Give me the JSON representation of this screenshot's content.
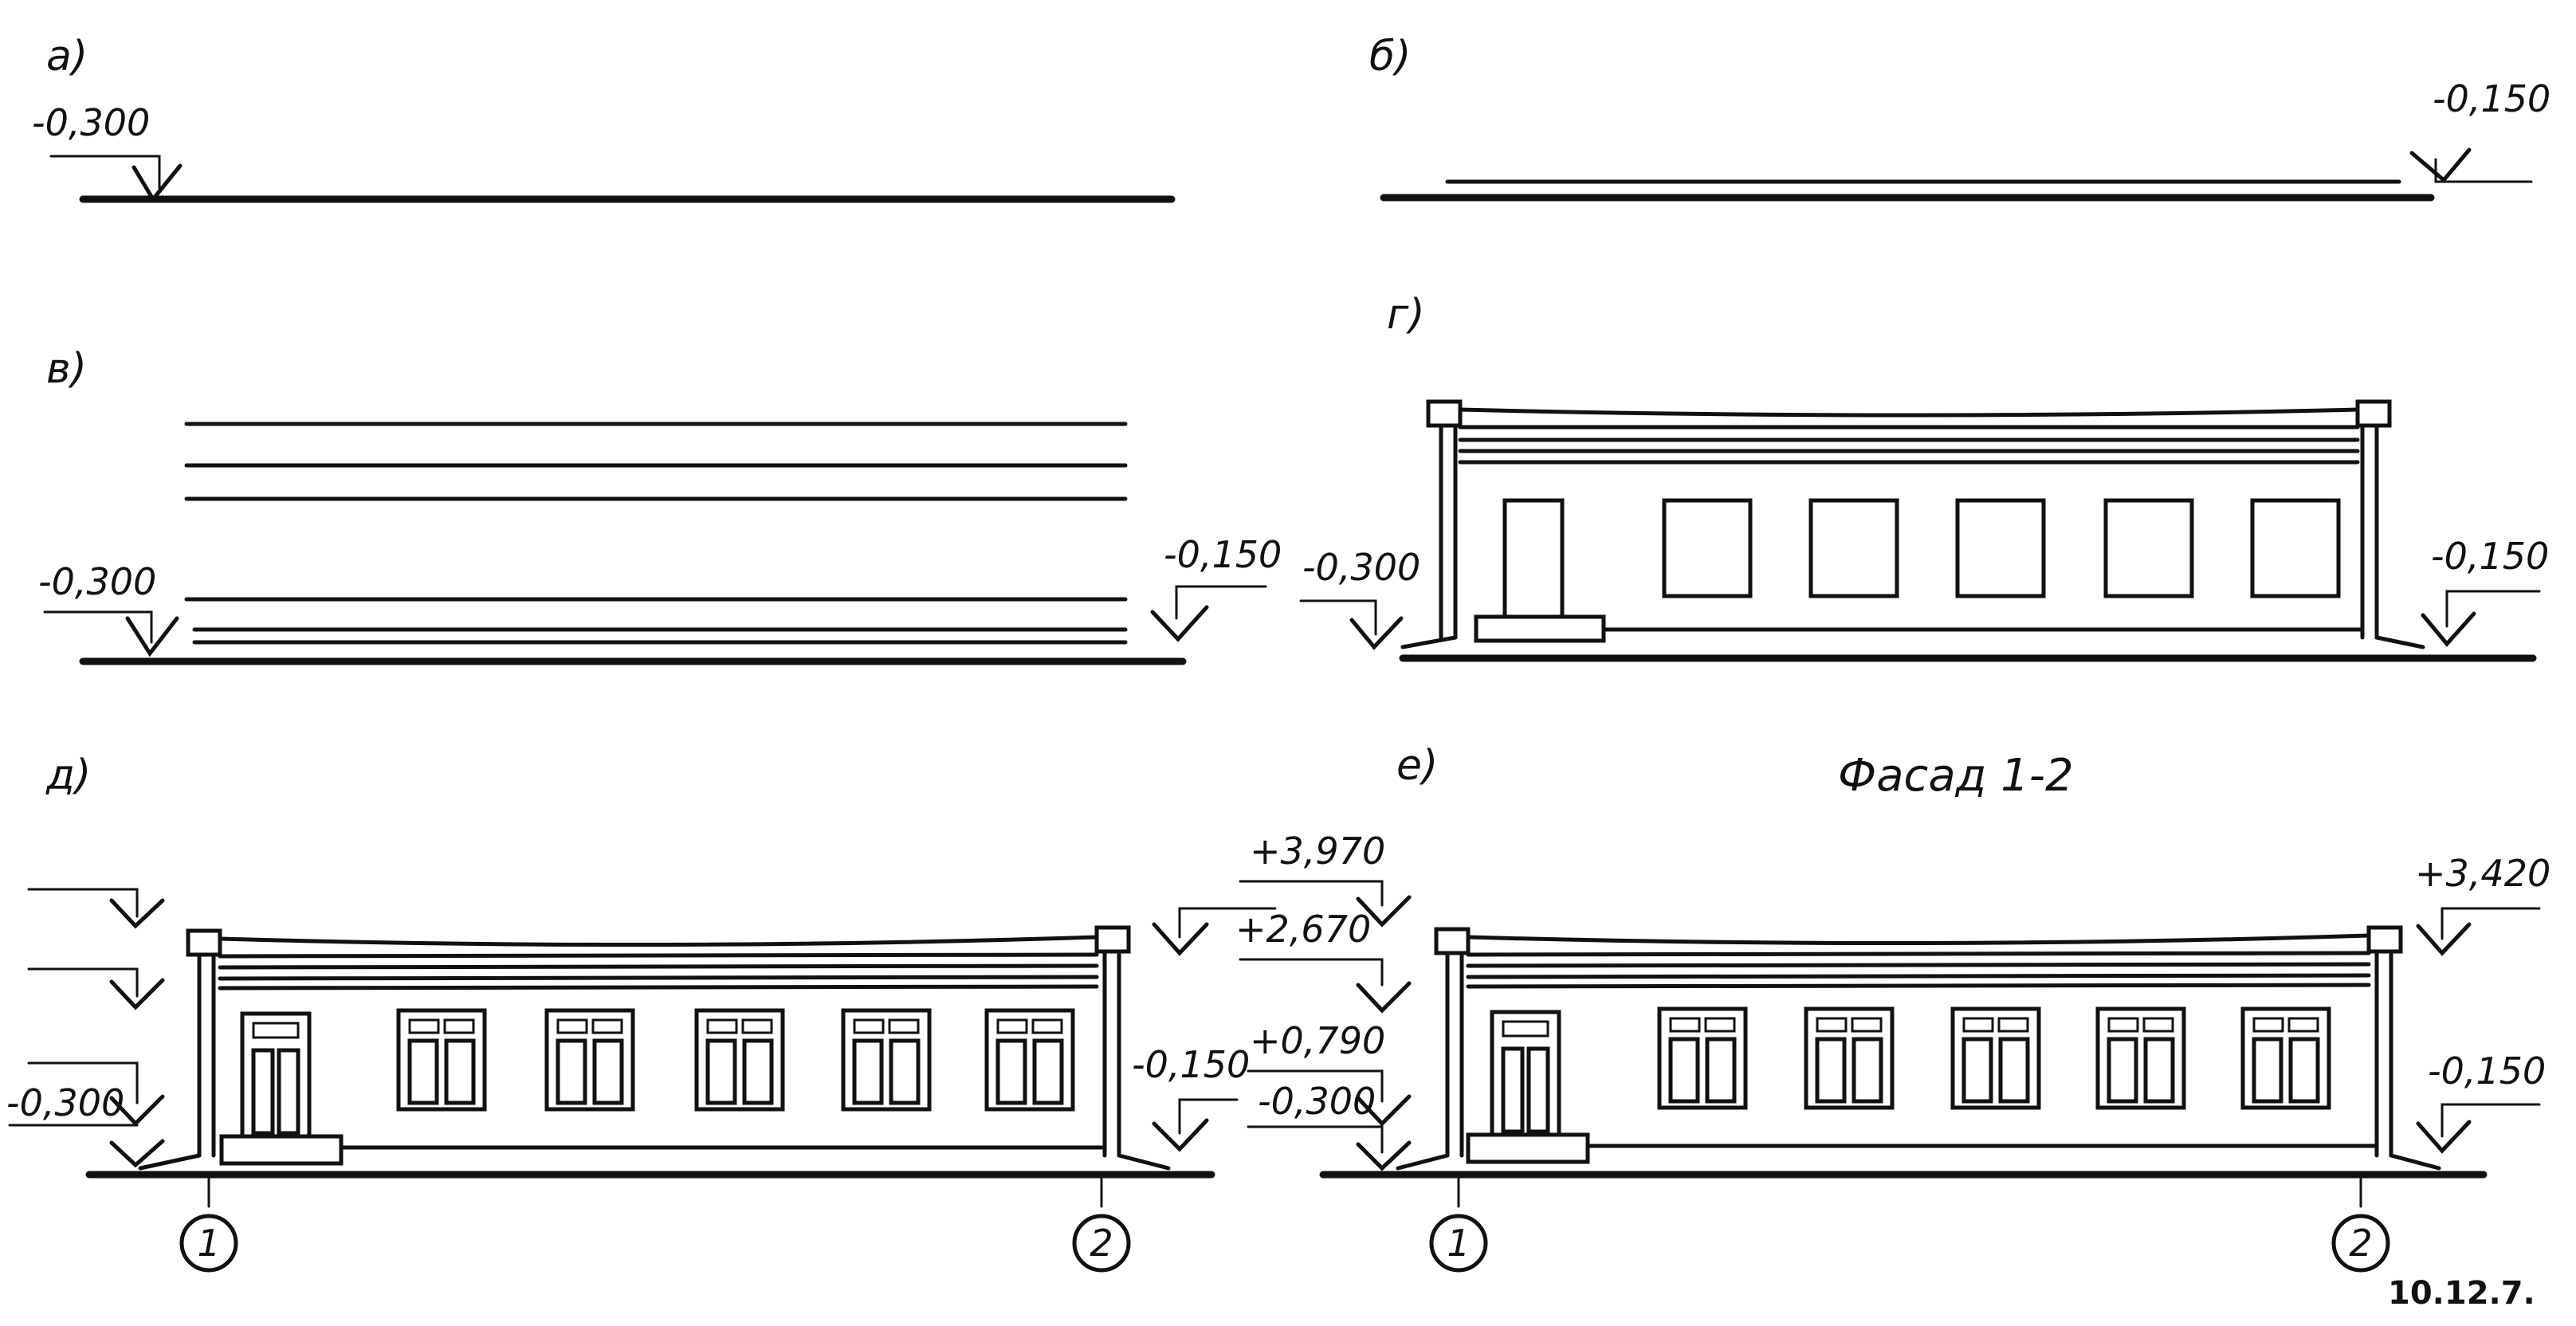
{
  "panels": {
    "a": {
      "label": "а)",
      "level": "-0,300"
    },
    "b": {
      "label": "б)",
      "level": "-0,150"
    },
    "v": {
      "label": "в)",
      "level_left": "-0,300",
      "level_right": "-0,150"
    },
    "g": {
      "label": "г)",
      "level_left": "-0,300",
      "level_right": "-0,150"
    },
    "d": {
      "label": "д)",
      "level_left": "-0,300",
      "level_right": "-0,150",
      "axis_left": "1",
      "axis_right": "2"
    },
    "e": {
      "label": "е)",
      "title": "Фасад 1-2",
      "level_top": "+3,420",
      "level_right": "-0,150",
      "axis_left": "1",
      "axis_right": "2"
    }
  },
  "middle_levels": [
    "+3,970",
    "+2,670",
    "+0,790",
    "-0,300"
  ],
  "figure_number": "10.12.7.",
  "line_color": "#111111"
}
